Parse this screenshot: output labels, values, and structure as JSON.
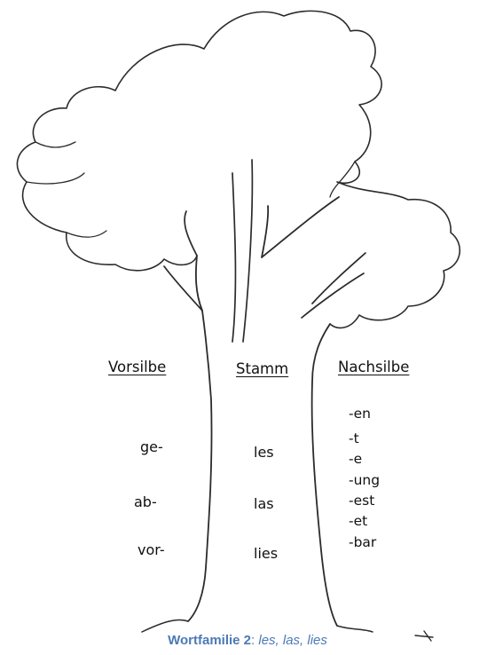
{
  "columns": {
    "prefix_header": "Vorsilbe",
    "stem_header": "Stamm",
    "suffix_header": "Nachsilbe"
  },
  "prefixes": [
    "ge-",
    "ab-",
    "vor-"
  ],
  "stems": [
    "les",
    "las",
    "lies"
  ],
  "suffixes": [
    "-en",
    "-t",
    "-e",
    "-ung",
    "-est",
    "-et",
    "-bar"
  ],
  "caption": {
    "title": "Wortfamilie 2",
    "separator": ":",
    "words": "les, las, lies"
  },
  "colors": {
    "caption": "#4a7ab6",
    "ink": "#2b2b2b"
  }
}
